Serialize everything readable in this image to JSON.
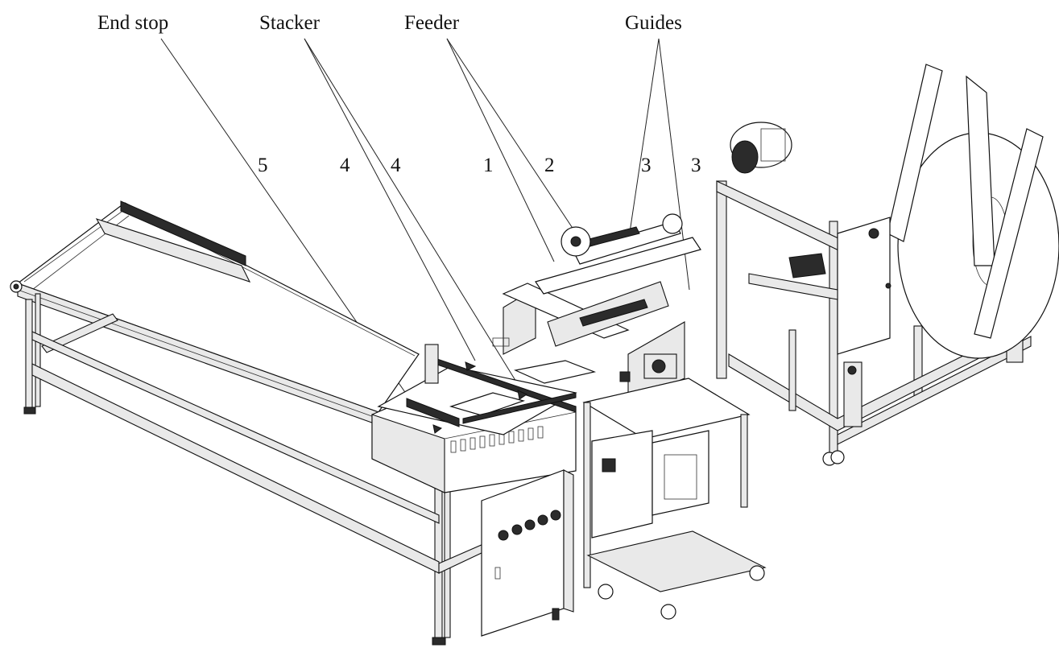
{
  "labels": {
    "end_stop": "End stop",
    "stacker": "Stacker",
    "feeder": "Feeder",
    "guides": "Guides"
  },
  "numbers": {
    "n5": "5",
    "n4a": "4",
    "n4b": "4",
    "n1": "1",
    "n2": "2",
    "n3a": "3",
    "n3b": "3"
  },
  "colors": {
    "line": "#111111",
    "background": "#ffffff"
  }
}
